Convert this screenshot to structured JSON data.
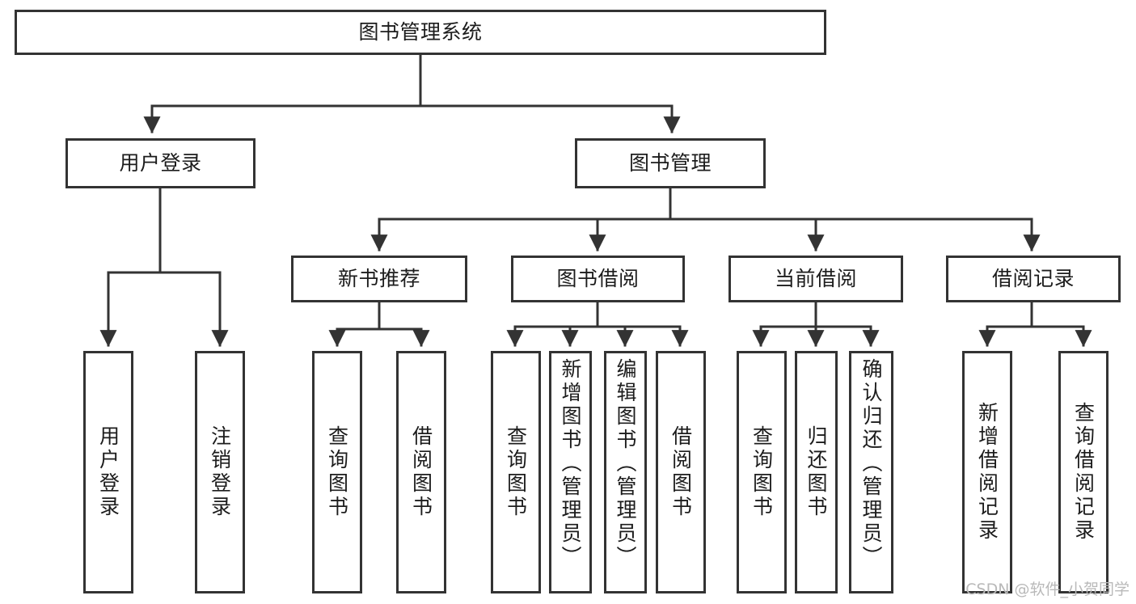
{
  "diagram": {
    "title": "图书管理系统",
    "type": "tree-hierarchy",
    "style": {
      "border_color": "#333333",
      "box_fill": "#ffffff",
      "text_color": "#1c1c1c",
      "background": "#ffffff",
      "watermark_color": "#b9b9b9"
    },
    "root": {
      "label": "图书管理系统"
    },
    "level2": [
      {
        "label": "用户登录"
      },
      {
        "label": "图书管理"
      }
    ],
    "level3": [
      {
        "label": "新书推荐"
      },
      {
        "label": "图书借阅"
      },
      {
        "label": "当前借阅"
      },
      {
        "label": "借阅记录"
      }
    ],
    "leaves_user_login": [
      {
        "label": "用户登录"
      },
      {
        "label": "注销登录"
      }
    ],
    "leaves_new_books": [
      {
        "label": "查询图书"
      },
      {
        "label": "借阅图书"
      }
    ],
    "leaves_borrow": [
      {
        "label": "查询图书"
      },
      {
        "label": "新增图书（管理员）"
      },
      {
        "label": "编辑图书（管理员）"
      },
      {
        "label": "借阅图书"
      }
    ],
    "leaves_current": [
      {
        "label": "查询图书"
      },
      {
        "label": "归还图书"
      },
      {
        "label": "确认归还（管理员）"
      }
    ],
    "leaves_records": [
      {
        "label": "新增借阅记录"
      },
      {
        "label": "查询借阅记录"
      }
    ]
  },
  "watermark": {
    "text": "CSDN @软件_小贺同学"
  }
}
